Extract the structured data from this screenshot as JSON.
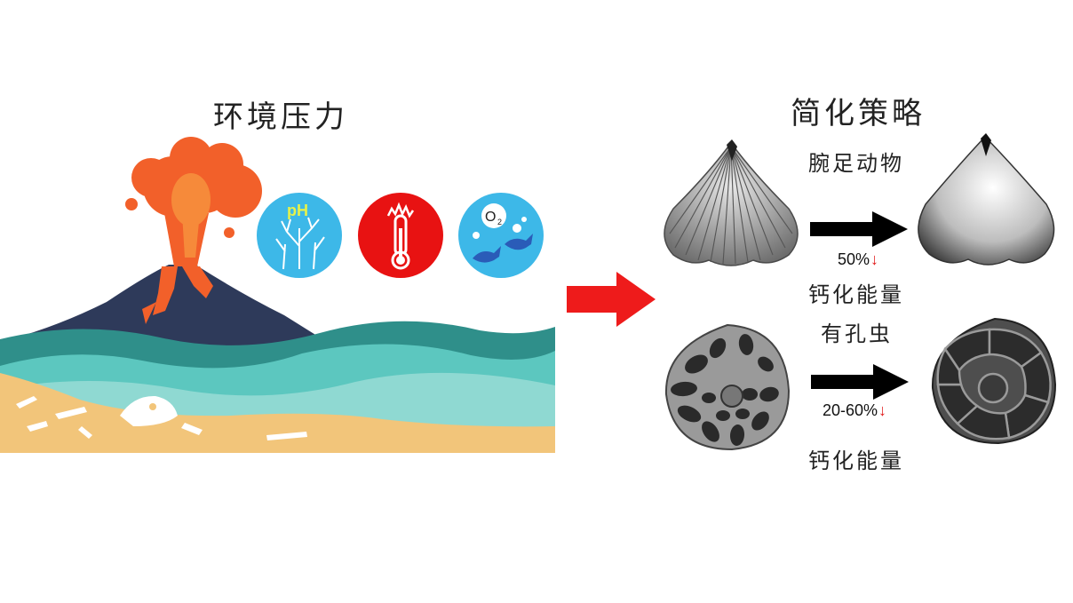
{
  "left": {
    "title": "环境压力",
    "icons": [
      {
        "name": "ph-coral-icon",
        "text": "pH",
        "color": "#3db8e8"
      },
      {
        "name": "thermometer-icon",
        "color": "#e81212"
      },
      {
        "name": "oxygen-fish-icon",
        "text": "O",
        "subscript": "2",
        "color": "#3db8e8"
      }
    ]
  },
  "right": {
    "title": "简化策略",
    "brachiopod": {
      "name": "腕足动物",
      "change": "50%",
      "arrow_glyph": "↓",
      "metric": "钙化能量"
    },
    "foraminifera": {
      "name": "有孔虫",
      "change": "20-60%",
      "arrow_glyph": "↓",
      "metric": "钙化能量"
    }
  },
  "colors": {
    "lava": "#f2602a",
    "volcano": "#2e3a5a",
    "sea_dark": "#2f8f8a",
    "sea_light": "#5cc7bf",
    "sand": "#f2c57a",
    "red_arrow": "#ee1b1b"
  }
}
